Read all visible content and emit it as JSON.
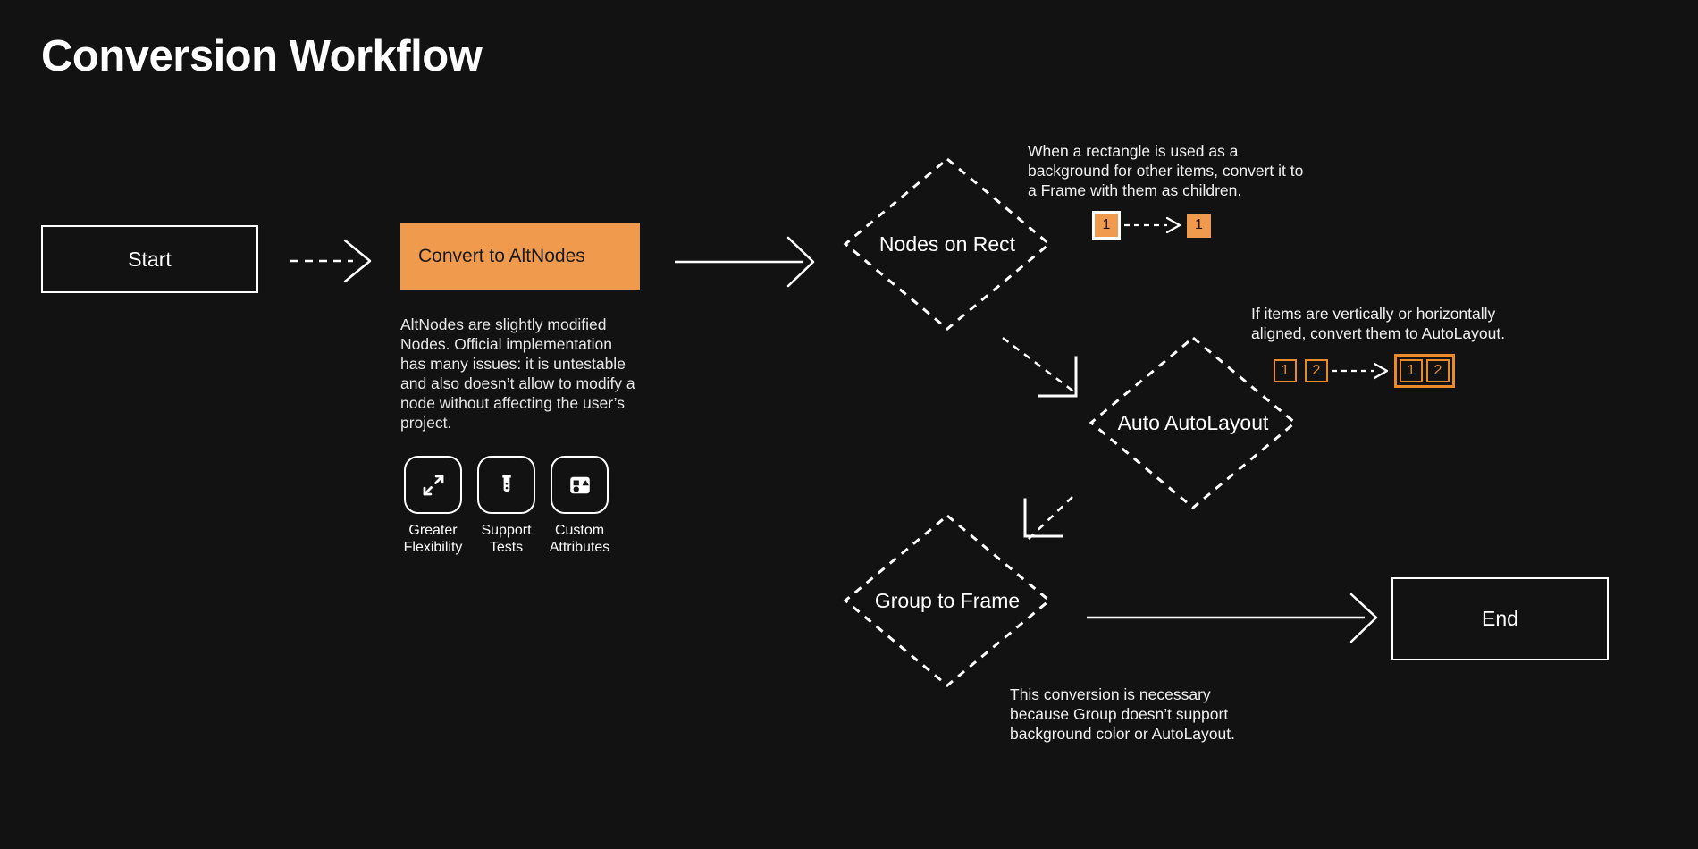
{
  "page": {
    "title": "Conversion Workflow",
    "background_color": "#121212",
    "accent_color": "#F09A4E",
    "stroke_color": "#FFFFFF"
  },
  "nodes": {
    "start": {
      "label": "Start",
      "shape": "rectangle",
      "style": "outlined"
    },
    "convert": {
      "label": "Convert to AltNodes",
      "shape": "rectangle",
      "style": "filled-orange"
    },
    "nodes_on_rect": {
      "label": "Nodes on Rect",
      "shape": "diamond",
      "style": "dashed"
    },
    "auto_autolayout": {
      "label": "Auto AutoLayout",
      "shape": "diamond",
      "style": "dashed"
    },
    "group_to_frame": {
      "label": "Group to Frame",
      "shape": "diamond",
      "style": "dashed"
    },
    "end": {
      "label": "End",
      "shape": "rectangle",
      "style": "outlined"
    }
  },
  "convert_description": "AltNodes are slightly modified Nodes. Official implementation has many issues: it is untestable and also doesn’t allow to modify a node without affecting the user’s project.",
  "features": [
    {
      "icon": "expand-arrows-icon",
      "label": "Greater\nFlexibility"
    },
    {
      "icon": "test-tube-icon",
      "label": "Support\nTests"
    },
    {
      "icon": "shapes-attributes-icon",
      "label": "Custom\nAttributes"
    }
  ],
  "annotations": {
    "nodes_on_rect": "When a rectangle is used as a background for other items, convert it to a Frame with them as children.",
    "auto_autolayout": "If items are vertically or horizontally aligned, convert them to AutoLayout.",
    "group_to_frame": "This conversion is necessary because Group doesn’t support background color or AutoLayout."
  },
  "badge_examples": {
    "nodes_on_rect": {
      "before": [
        "1"
      ],
      "after": [
        "1"
      ],
      "arrow": "dashed-arrow-icon"
    },
    "auto_autolayout": {
      "before": [
        "1",
        "2"
      ],
      "after": [
        "1",
        "2"
      ],
      "arrow": "dashed-arrow-icon"
    }
  },
  "edges": [
    {
      "from": "start",
      "to": "convert",
      "style": "dashed"
    },
    {
      "from": "convert",
      "to": "nodes_on_rect",
      "style": "solid"
    },
    {
      "from": "nodes_on_rect",
      "to": "auto_autolayout",
      "style": "dashed-elbow"
    },
    {
      "from": "auto_autolayout",
      "to": "group_to_frame",
      "style": "dashed-elbow"
    },
    {
      "from": "group_to_frame",
      "to": "end",
      "style": "solid"
    }
  ]
}
